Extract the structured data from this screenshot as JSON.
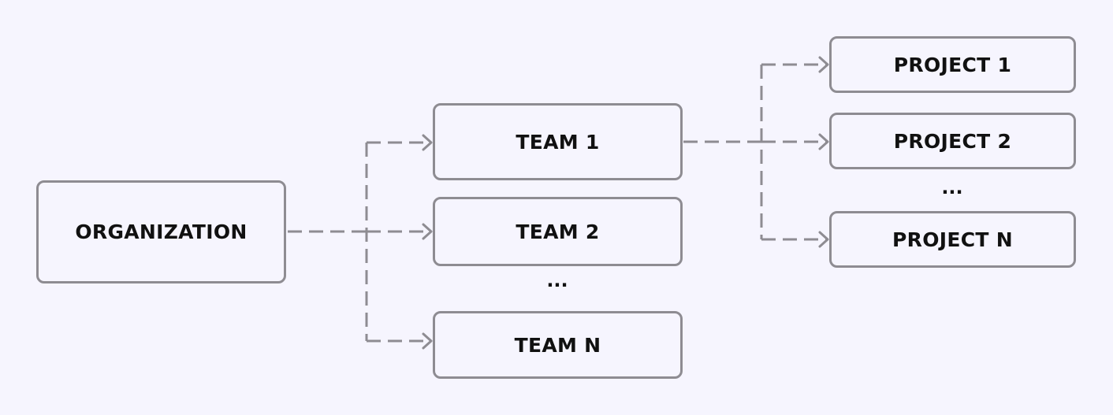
{
  "nodes": {
    "organization": "ORGANIZATION",
    "teams": [
      "TEAM 1",
      "TEAM 2",
      "TEAM N"
    ],
    "teams_ellipsis": "...",
    "projects": [
      "PROJECT 1",
      "PROJECT 2",
      "PROJECT N"
    ],
    "projects_ellipsis": "..."
  },
  "colors": {
    "background": "#f6f5fe",
    "box_border": "#8e8c92",
    "connector": "#8e8c92",
    "text": "#111111"
  },
  "edges": [
    {
      "from": "ORGANIZATION",
      "to": "TEAM 1"
    },
    {
      "from": "ORGANIZATION",
      "to": "TEAM 2"
    },
    {
      "from": "ORGANIZATION",
      "to": "TEAM N"
    },
    {
      "from": "TEAM 1",
      "to": "PROJECT 1"
    },
    {
      "from": "TEAM 1",
      "to": "PROJECT 2"
    },
    {
      "from": "TEAM 1",
      "to": "PROJECT N"
    }
  ]
}
